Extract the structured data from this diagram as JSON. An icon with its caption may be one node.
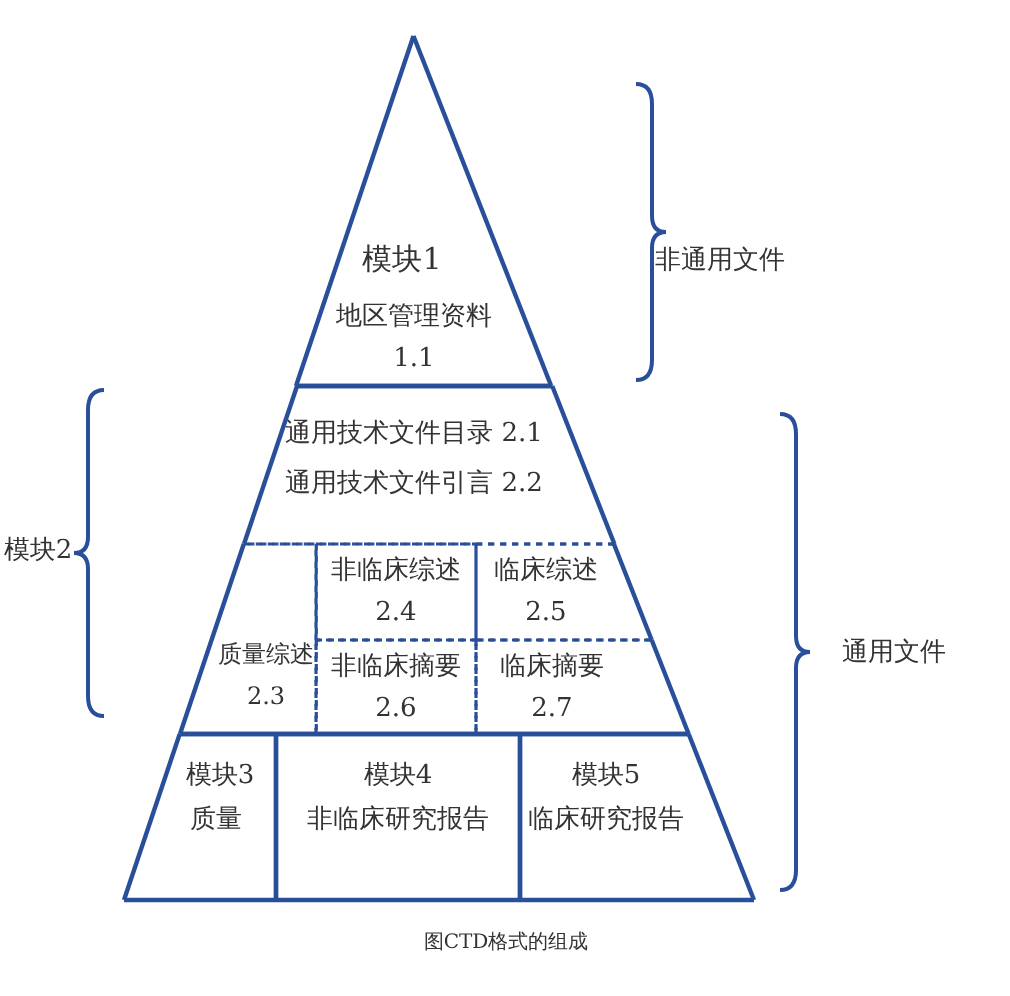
{
  "diagram": {
    "caption": "图CTD格式的组成",
    "nodes": [
      {
        "text": [
          "模块1",
          "地区管理资料 1.1"
        ]
      },
      {
        "text": [
          "通用技术文件目录 2.1",
          "通用技术文件引言 2.2"
        ]
      },
      {
        "text": [
          "质量综述 2.3"
        ]
      },
      {
        "text": [
          "非临床综述 2.4"
        ]
      },
      {
        "text": [
          "临床综述 2.5"
        ]
      },
      {
        "text": [
          "非临床摘要 2.6"
        ]
      },
      {
        "text": [
          "临床摘要 2.7"
        ]
      },
      {
        "text": [
          "模块3",
          "质量"
        ]
      },
      {
        "text": [
          "模块4",
          "非临床研究报告"
        ]
      },
      {
        "text": [
          "模块5",
          "临床研究报告"
        ]
      }
    ],
    "labels": [
      "非通用文件",
      "模块2",
      "通用文件"
    ]
  }
}
